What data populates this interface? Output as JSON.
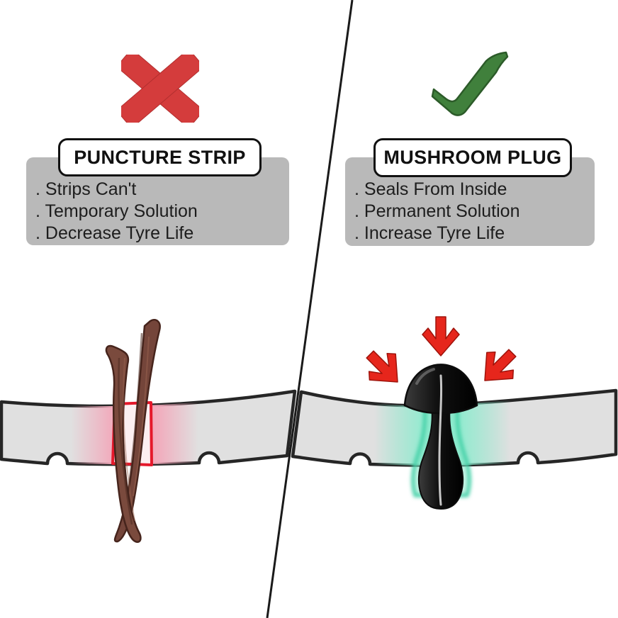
{
  "left_panel": {
    "icon": "cross-icon",
    "icon_color": "#d43c3c",
    "title": "PUNCTURE STRIP",
    "bullets": [
      ". Strips Can't",
      ". Temporary Solution",
      ". Decrease Tyre Life"
    ],
    "hole_edge_color": "#e5182b",
    "glow_color": "#f2a9bb",
    "strip_color": "#74453a"
  },
  "right_panel": {
    "icon": "check-icon",
    "icon_color": "#40803c",
    "title": "MUSHROOM PLUG",
    "bullets": [
      ". Seals From Inside",
      ". Permanent Solution",
      ". Increase Tyre Life"
    ],
    "glow_color": "#7fe7c8",
    "plug_color": "#141414",
    "arrow_color": "#e6261c"
  },
  "shared": {
    "background": "#ffffff",
    "divider_color": "#1a1a1a",
    "info_box_fill": "#b9b9b9",
    "label_fill": "#ffffff",
    "label_border": "#111111",
    "text_color": "#1d1d1d",
    "tyre_band_fill": "#e0e0e0",
    "tyre_band_stroke": "#262626"
  }
}
